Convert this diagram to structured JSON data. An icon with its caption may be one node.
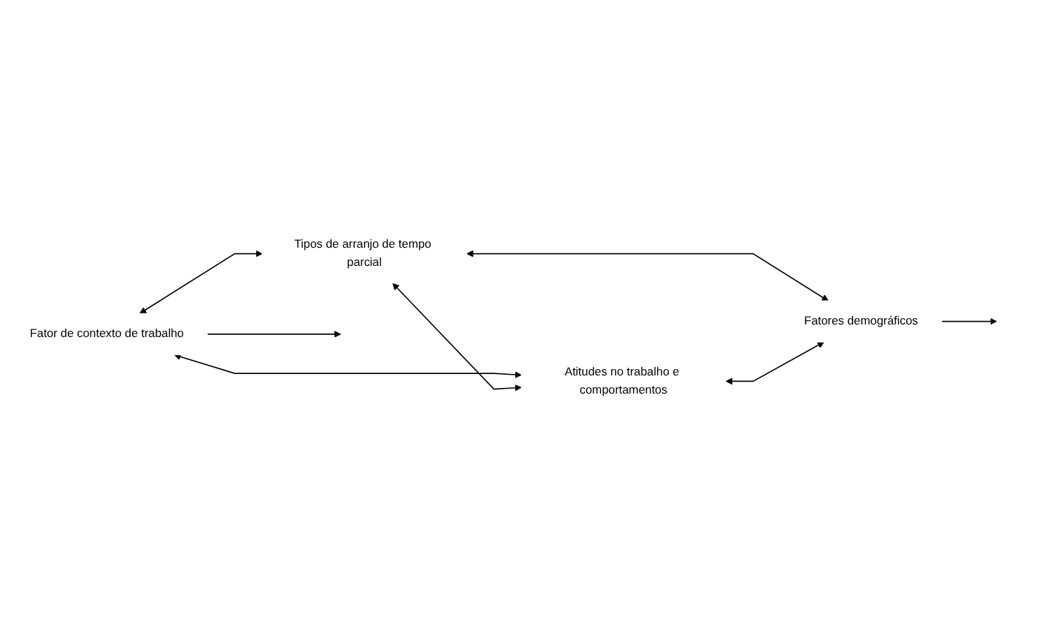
{
  "diagram": {
    "nodes": [
      {
        "text": [
          "Fator de contexto de trabalho"
        ]
      },
      {
        "text": [
          "Tipos de arranjo de tempo parcial"
        ]
      },
      {
        "text": [
          "Atitudes no trabalho e comportamentos"
        ]
      },
      {
        "text": [
          "Fatores demográficos"
        ]
      }
    ],
    "edges": [
      {
        "from": 0,
        "to": 1,
        "arrow": "both"
      },
      {
        "from": 0,
        "to": 2,
        "arrow": "both"
      },
      {
        "from": 0,
        "to": null,
        "arrow": "to"
      },
      {
        "from": 1,
        "to": 2,
        "arrow": "both"
      },
      {
        "from": 1,
        "to": 3,
        "arrow": "both"
      },
      {
        "from": 2,
        "to": 3,
        "arrow": "both"
      },
      {
        "from": 3,
        "to": null,
        "arrow": "to"
      }
    ]
  }
}
